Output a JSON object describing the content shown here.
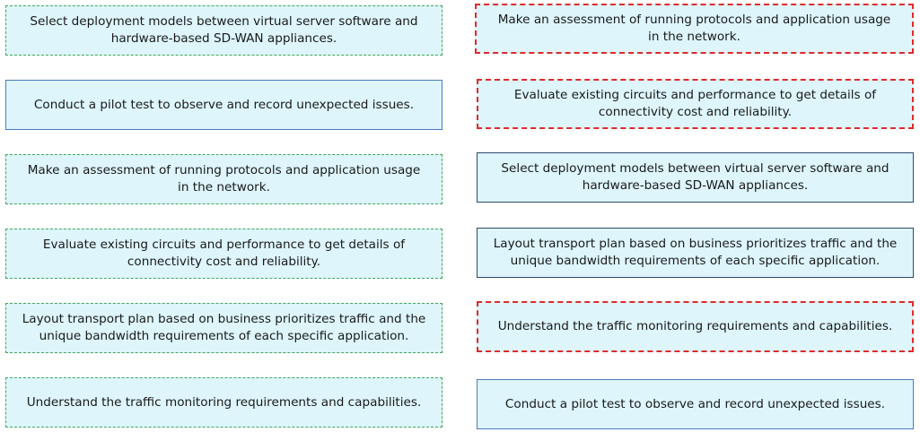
{
  "left": [
    {
      "line1": "Select deployment models between virtual server software and",
      "line2": "hardware-based SD-WAN appliances.",
      "border": "dash-green"
    },
    {
      "line1": "Conduct a pilot test to observe and record unexpected issues.",
      "line2": "",
      "border": "solid-blue"
    },
    {
      "line1": "Make an assessment of running protocols and application usage",
      "line2": "in the network.",
      "border": "dash-green"
    },
    {
      "line1": "Evaluate existing circuits and performance to get details of",
      "line2": "connectivity cost and reliability.",
      "border": "dash-green"
    },
    {
      "line1": "Layout transport plan based on business prioritizes traffic and the",
      "line2": "unique bandwidth requirements of each specific application.",
      "border": "dash-green"
    },
    {
      "line1": "Understand the traffic monitoring requirements and capabilities.",
      "line2": "",
      "border": "dash-green"
    }
  ],
  "right": [
    {
      "line1": "Make an assessment of running protocols and application usage",
      "line2": "in the network.",
      "border": "dash-red"
    },
    {
      "line1": "Evaluate existing circuits and performance to get details of",
      "line2": "connectivity cost and reliability.",
      "border": "dash-red"
    },
    {
      "line1": "Select deployment models between virtual server software and",
      "line2": "hardware-based SD-WAN appliances.",
      "border": "solid-dark"
    },
    {
      "line1": "Layout transport plan based on business prioritizes traffic and the",
      "line2": "unique bandwidth requirements of each specific application.",
      "border": "solid-dark"
    },
    {
      "line1": "Understand the traffic monitoring requirements and capabilities.",
      "line2": "",
      "border": "dash-red"
    },
    {
      "line1": "Conduct a pilot test to observe and record unexpected issues.",
      "line2": "",
      "border": "solid-blue"
    }
  ]
}
